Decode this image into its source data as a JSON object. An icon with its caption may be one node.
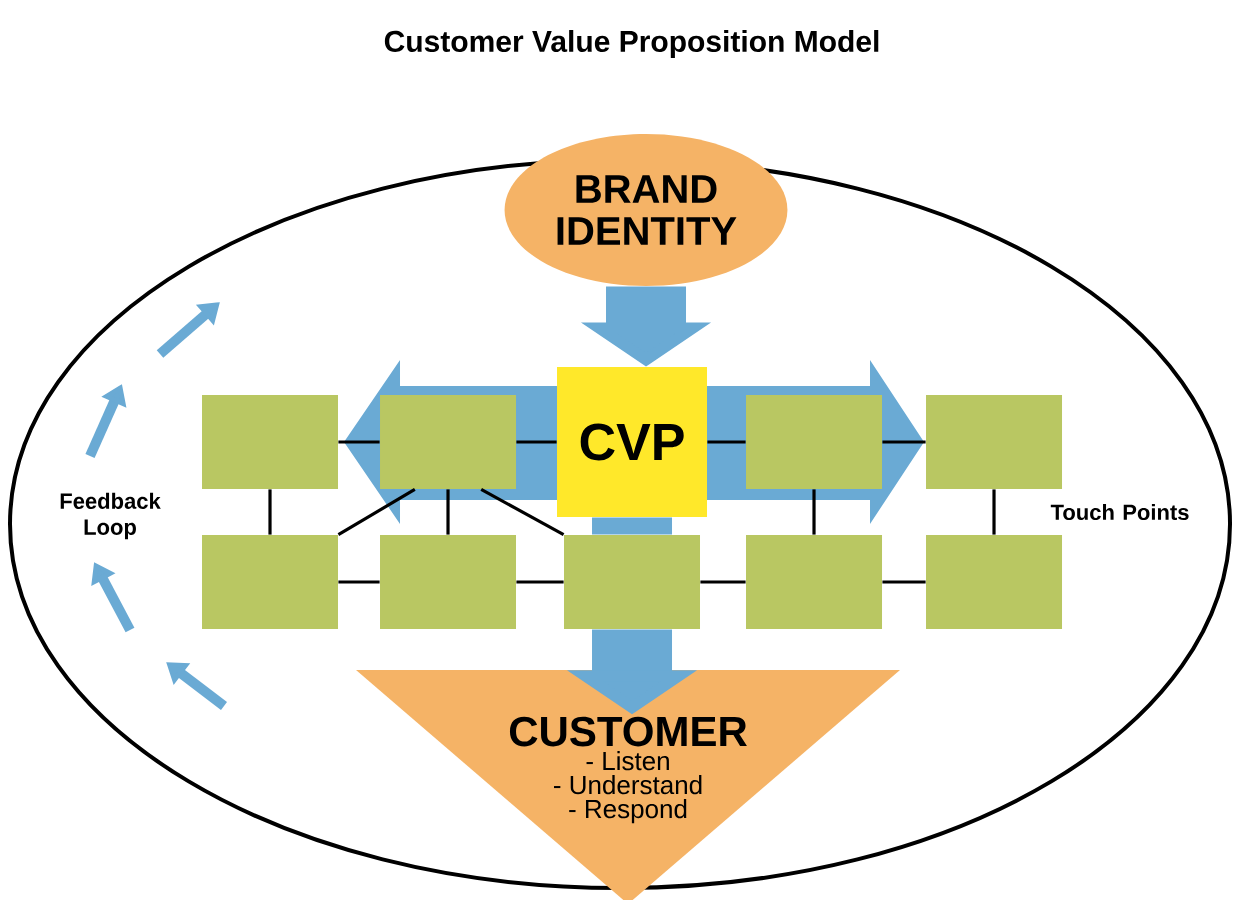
{
  "diagram": {
    "title": "Customer Value Proposition Model",
    "nodes": [
      {
        "text": [
          "BRAND IDENTITY"
        ]
      },
      {
        "text": [],
        "shape": "box"
      },
      {
        "text": [],
        "shape": "box"
      },
      {
        "text": [
          "CVP"
        ]
      },
      {
        "text": [],
        "shape": "box"
      },
      {
        "text": [],
        "shape": "box"
      },
      {
        "text": [],
        "shape": "box"
      },
      {
        "text": [],
        "shape": "box"
      },
      {
        "text": [],
        "shape": "box"
      },
      {
        "text": [],
        "shape": "box"
      },
      {
        "text": [],
        "shape": "box"
      },
      {
        "text": [
          "CUSTOMER",
          "- Listen",
          "- Understand",
          "- Respond"
        ]
      }
    ],
    "edges": [
      {
        "from": 0,
        "to": 3,
        "arrow": "to",
        "style": "thick",
        "color": "#6aaad4"
      },
      {
        "from": 3,
        "to": 8,
        "arrow": "none",
        "style": "thick",
        "color": "#6aaad4"
      },
      {
        "from": 8,
        "to": 11,
        "arrow": "to",
        "style": "thick",
        "color": "#6aaad4"
      },
      {
        "from": 1,
        "to": 2,
        "arrow": "none"
      },
      {
        "from": 2,
        "to": 3,
        "arrow": "none"
      },
      {
        "from": 3,
        "to": 4,
        "arrow": "none"
      },
      {
        "from": 4,
        "to": 5,
        "arrow": "none"
      },
      {
        "from": 1,
        "to": 6,
        "arrow": "none"
      },
      {
        "from": 2,
        "to": 7,
        "arrow": "none"
      },
      {
        "from": 4,
        "to": 9,
        "arrow": "none"
      },
      {
        "from": 5,
        "to": 10,
        "arrow": "none"
      },
      {
        "from": 2,
        "to": 6,
        "arrow": "none"
      },
      {
        "from": 2,
        "to": 8,
        "arrow": "none"
      },
      {
        "from": 6,
        "to": 7,
        "arrow": "none"
      },
      {
        "from": 7,
        "to": 8,
        "arrow": "none"
      },
      {
        "from": 8,
        "to": 9,
        "arrow": "none"
      },
      {
        "from": 9,
        "to": 10,
        "arrow": "none"
      }
    ],
    "labels": [
      "Feedback Loop",
      "Touch Points"
    ]
  }
}
